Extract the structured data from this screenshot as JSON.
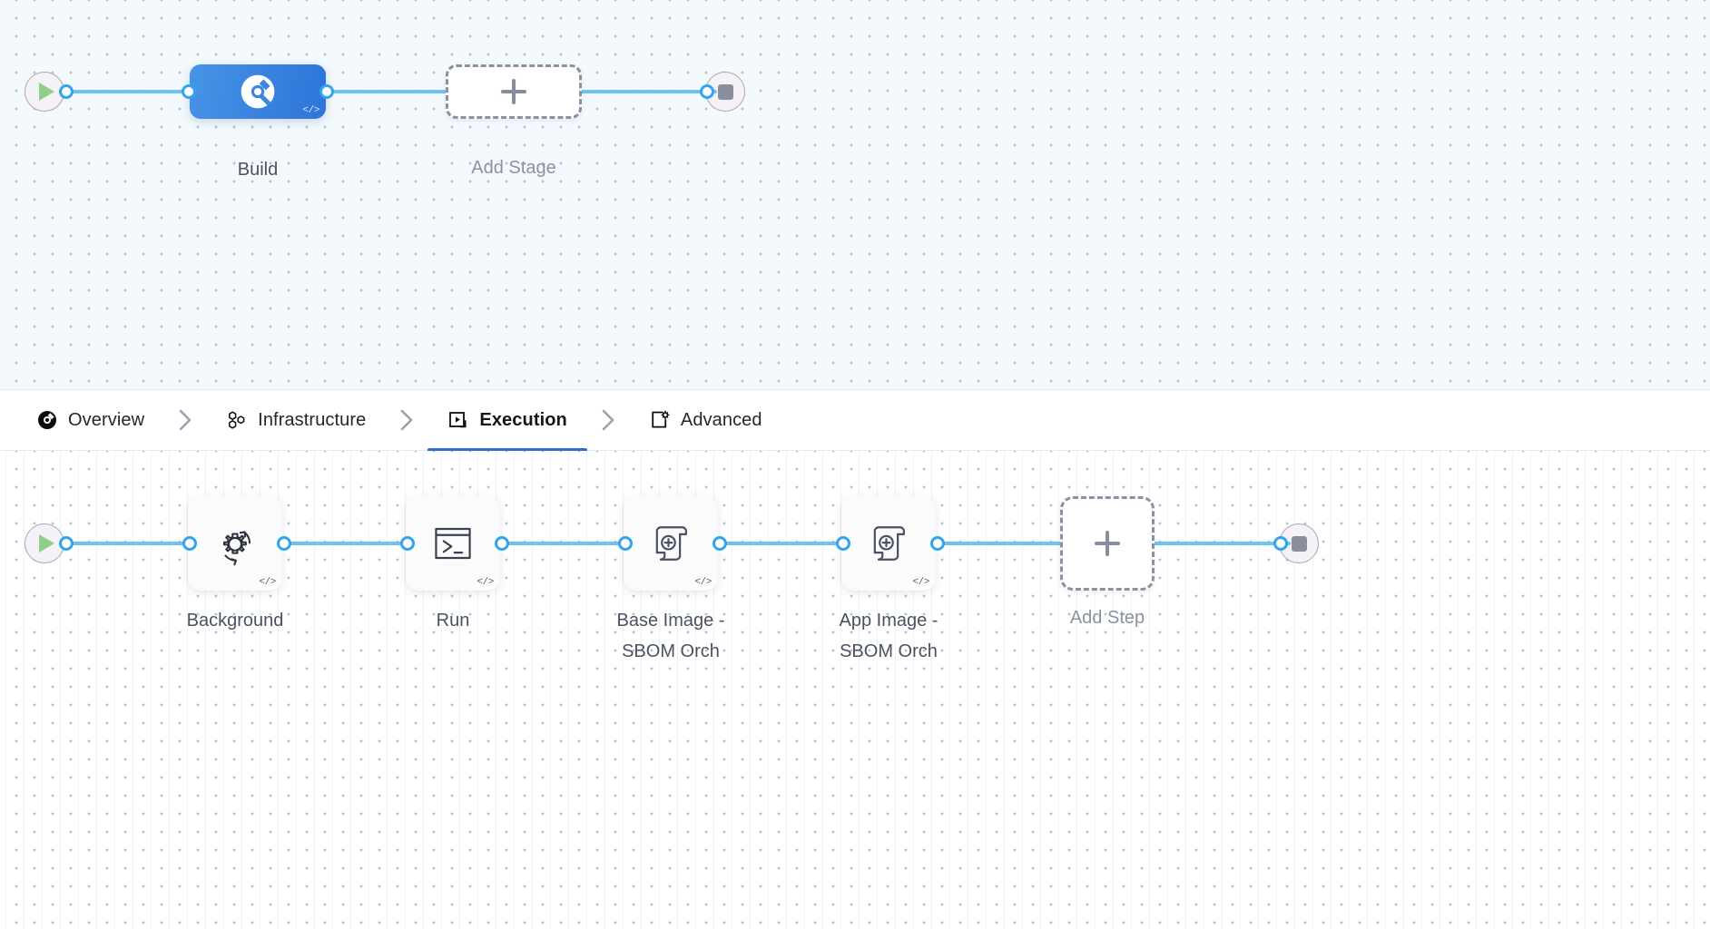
{
  "stages_canvas": {
    "start_node": {
      "icon": "play-icon",
      "label": ""
    },
    "end_node": {
      "icon": "stop-icon",
      "label": ""
    },
    "stages": [
      {
        "name": "Build",
        "label": "Build",
        "icon": "harness-build-icon",
        "badge": "</>",
        "selected": true
      }
    ],
    "add_stage": {
      "label": "Add Stage",
      "icon": "plus-icon"
    }
  },
  "tabs": {
    "items": [
      {
        "label": "Overview",
        "icon": "overview-icon",
        "active": false
      },
      {
        "label": "Infrastructure",
        "icon": "infrastructure-hex-icon",
        "active": false
      },
      {
        "label": "Execution",
        "icon": "execution-play-box-icon",
        "active": true
      },
      {
        "label": "Advanced",
        "icon": "advanced-gear-page-icon",
        "active": false
      }
    ],
    "separator_icon": "chevron-right-icon",
    "active_underline_color": "#2f6fc4"
  },
  "steps_canvas": {
    "start_node": {
      "icon": "play-icon"
    },
    "end_node": {
      "icon": "stop-icon"
    },
    "steps": [
      {
        "label": "Background",
        "icon": "gear-refresh-icon",
        "badge": "</>"
      },
      {
        "label": "Run",
        "icon": "terminal-icon",
        "badge": "</>"
      },
      {
        "label": "Base Image -\nSBOM Orch",
        "icon": "scroll-plus-icon",
        "badge": "</>"
      },
      {
        "label": "App Image -\nSBOM Orch",
        "icon": "scroll-plus-icon",
        "badge": "</>"
      }
    ],
    "add_step": {
      "label": "Add Step",
      "icon": "plus-icon"
    }
  },
  "colors": {
    "edge": "#6cc3f2",
    "port_ring": "#34a4ec",
    "stage_gradient_from": "#4694e6",
    "stage_gradient_to": "#2d74d9",
    "play_green": "#8ed08a",
    "stop_gray": "#8a8d9c",
    "dashed_border": "#8b90a3",
    "stages_canvas_bg": "#f3f9fc",
    "steps_canvas_bg": "#ffffff"
  }
}
